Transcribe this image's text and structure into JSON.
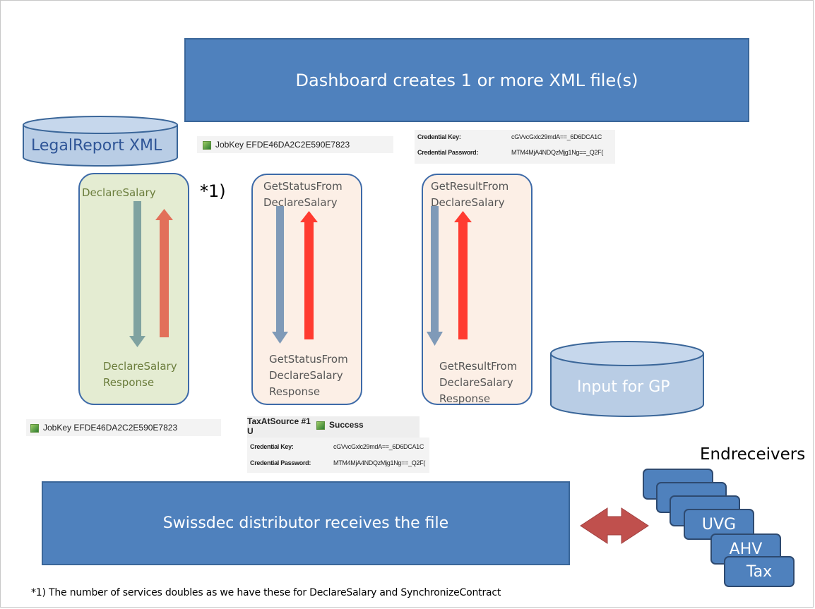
{
  "top_banner": {
    "label": "Dashboard creates 1 or more XML file(s)"
  },
  "bottom_banner": {
    "label": "Swissdec distributor receives the file"
  },
  "legal_report_db": {
    "label": "LegalReport XML"
  },
  "input_db": {
    "label": "Input for GP"
  },
  "jobkey_top": {
    "label": "JobKey EFDE46DA2C2E590E7823"
  },
  "jobkey_bottom": {
    "label": "JobKey EFDE46DA2C2E590E7823"
  },
  "credentials_top": {
    "key_label": "Credential Key:",
    "key_value": "cGVvcGxlc29mdA==_6D6DCA1C",
    "password_label": "Credential Password:",
    "password_value": "MTM4MjA4NDQzMjg1Ng==_Q2F("
  },
  "credentials_bottom": {
    "key_label": "Credential Key:",
    "key_value": "cGVvcGxlc29mdA==_6D6DCA1C",
    "password_label": "Credential Password:",
    "password_value": "MTM4MjA4NDQzMjg1Ng==_Q2F("
  },
  "status_shot": {
    "left_label": "TaxAtSource #1 U",
    "status": "Success"
  },
  "footnote_marker": "*1)",
  "services": [
    {
      "request": "DeclareSalary",
      "response": "DeclareSalary\nResponse"
    },
    {
      "request": "GetStatusFrom\nDeclareSalary",
      "response": "GetStatusFrom\nDeclareSalary\nResponse"
    },
    {
      "request": "GetResultFrom\nDeclareSalary",
      "response": "GetResultFrom\nDeclareSalary\nResponse"
    }
  ],
  "endreceivers": {
    "title": "Endreceivers",
    "items": [
      "",
      "",
      "",
      "UVG",
      "AHV",
      "Tax"
    ]
  },
  "footnote": "*1) The number of services doubles as we have these for DeclareSalary and SynchronizeContract",
  "colors": {
    "blue": "#4f81bd",
    "green_box": "#e4ecd2",
    "peach_box": "#fcefe6",
    "down_arrow": "#7f9ab8",
    "up_arrow": "#ff3b30",
    "double_arrow": "#c0504d"
  }
}
